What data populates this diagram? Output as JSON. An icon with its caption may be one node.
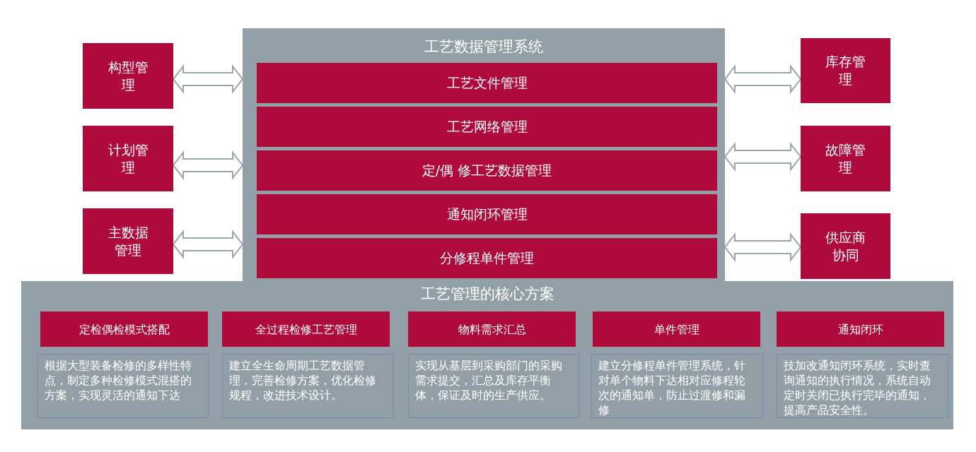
{
  "diagram": {
    "nodes": [
      {
        "text": [
          "工艺数据管理系统"
        ]
      },
      {
        "text": [
          "工艺文件管理"
        ],
        "in": 0
      },
      {
        "text": [
          "工艺网络管理"
        ],
        "in": 0
      },
      {
        "text": [
          "定/偶 修工艺数据管理"
        ],
        "in": 0
      },
      {
        "text": [
          "通知闭环管理"
        ],
        "in": 0
      },
      {
        "text": [
          "分修程单件管理"
        ],
        "in": 0
      },
      {
        "text": [
          "构型管理"
        ]
      },
      {
        "text": [
          "计划管理"
        ]
      },
      {
        "text": [
          "主数据管理"
        ]
      },
      {
        "text": [
          "库存管理"
        ]
      },
      {
        "text": [
          "故障管理"
        ]
      },
      {
        "text": [
          "供应商协同"
        ]
      },
      {
        "text": [
          "工艺管理的核心方案"
        ]
      },
      {
        "text": [
          "定检偶检模式搭配"
        ],
        "in": 12
      },
      {
        "text": [
          "全过程检修工艺管理"
        ],
        "in": 12
      },
      {
        "text": [
          "物料需求汇总"
        ],
        "in": 12
      },
      {
        "text": [
          "单件管理"
        ],
        "in": 12
      },
      {
        "text": [
          "通知闭环"
        ],
        "in": 12
      },
      {
        "text": [
          "根据大型装备检修的多样性特点，制定多种检修模式混搭的方案，实现灵活的通知下达"
        ],
        "in": 12
      },
      {
        "text": [
          "建立全生命周期工艺数据管理，完善检修方案，优化检修规程，改进技术设计。"
        ],
        "in": 12
      },
      {
        "text": [
          "实现从基层到采购部门的采购需求提交，汇总及库存平衡体，保证及时的生产供应。"
        ],
        "in": 12
      },
      {
        "text": [
          "建立分修程单件管理系统，针对单个物料下达相对应修程轮次的通知单，防止过渡修和漏修"
        ],
        "in": 12
      },
      {
        "text": [
          "技加改通知闭环系统，实时查询通知的执行情况，系统自动定时关闭已执行完毕的通知，提高产品安全性。"
        ],
        "in": 12
      }
    ],
    "edges": [
      {
        "from": 6,
        "to": 0,
        "arrow": "both"
      },
      {
        "from": 7,
        "to": 0,
        "arrow": "both"
      },
      {
        "from": 8,
        "to": 0,
        "arrow": "both"
      },
      {
        "from": 0,
        "to": 9,
        "arrow": "both"
      },
      {
        "from": 0,
        "to": 10,
        "arrow": "both"
      },
      {
        "from": 0,
        "to": 11,
        "arrow": "both"
      }
    ]
  }
}
